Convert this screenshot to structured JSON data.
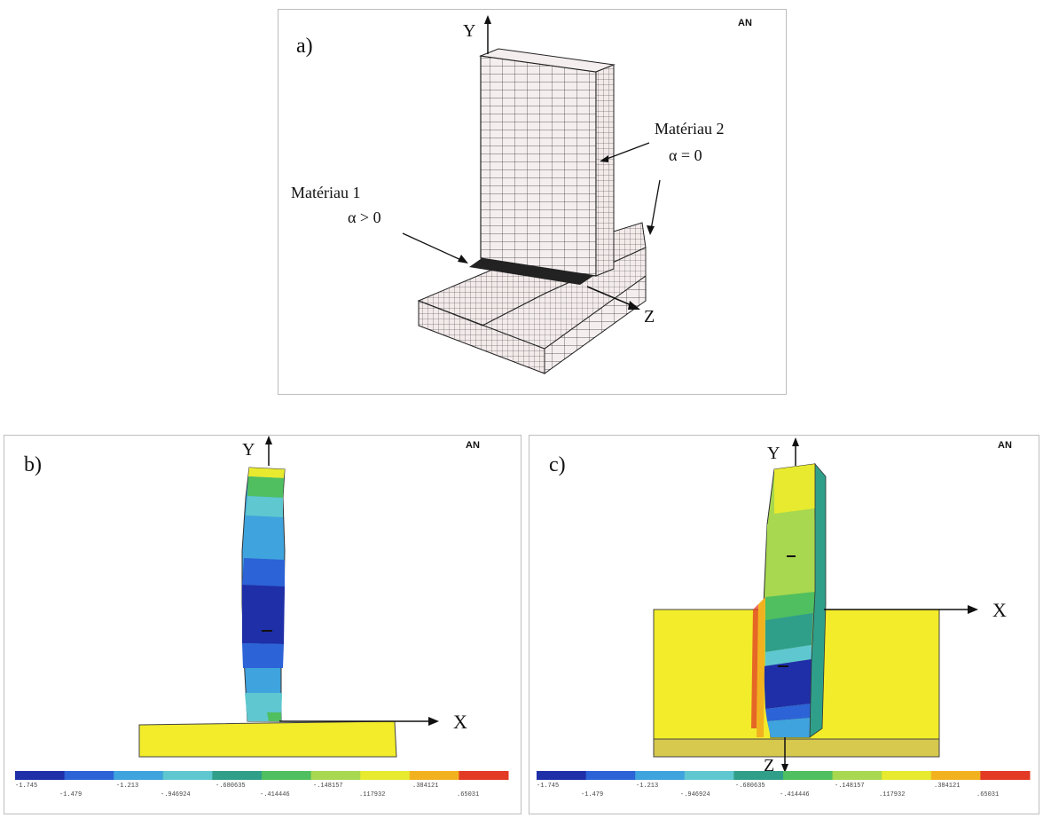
{
  "panel_a": {
    "letter": "a)",
    "logo": "AN",
    "axis_y": "Y",
    "axis_z": "Z",
    "material_2": "Matériau 2",
    "alpha_2": "α = 0",
    "material_1": "Matériau 1",
    "alpha_1": "α > 0"
  },
  "panel_b": {
    "letter": "b)",
    "logo": "AN",
    "axis_y": "Y",
    "axis_x": "X",
    "colorbar_top": [
      "-1.745",
      "-1.213",
      "-.680635",
      "-.148157",
      ".384121"
    ],
    "colorbar_bottom": [
      "-1.479",
      "-.946924",
      "-.414446",
      ".117932",
      ".65031"
    ]
  },
  "panel_c": {
    "letter": "c)",
    "logo": "AN",
    "axis_y": "Y",
    "axis_x": "X",
    "axis_z": "Z",
    "colorbar_top": [
      "-1.745",
      "-1.213",
      "-.680635",
      "-.148157",
      ".384121"
    ],
    "colorbar_bottom": [
      "-1.479",
      "-.946924",
      "-.414446",
      ".117932",
      ".65031"
    ]
  },
  "colors": {
    "colorbar": [
      "#1f2fa8",
      "#2c63d6",
      "#3fa3dd",
      "#5fc7d0",
      "#2f9f8a",
      "#4fbf5f",
      "#a7d84f",
      "#e7ea2f",
      "#f2b21f",
      "#e23a25"
    ],
    "plate": "#f2ec2b",
    "edge": "#333333"
  }
}
